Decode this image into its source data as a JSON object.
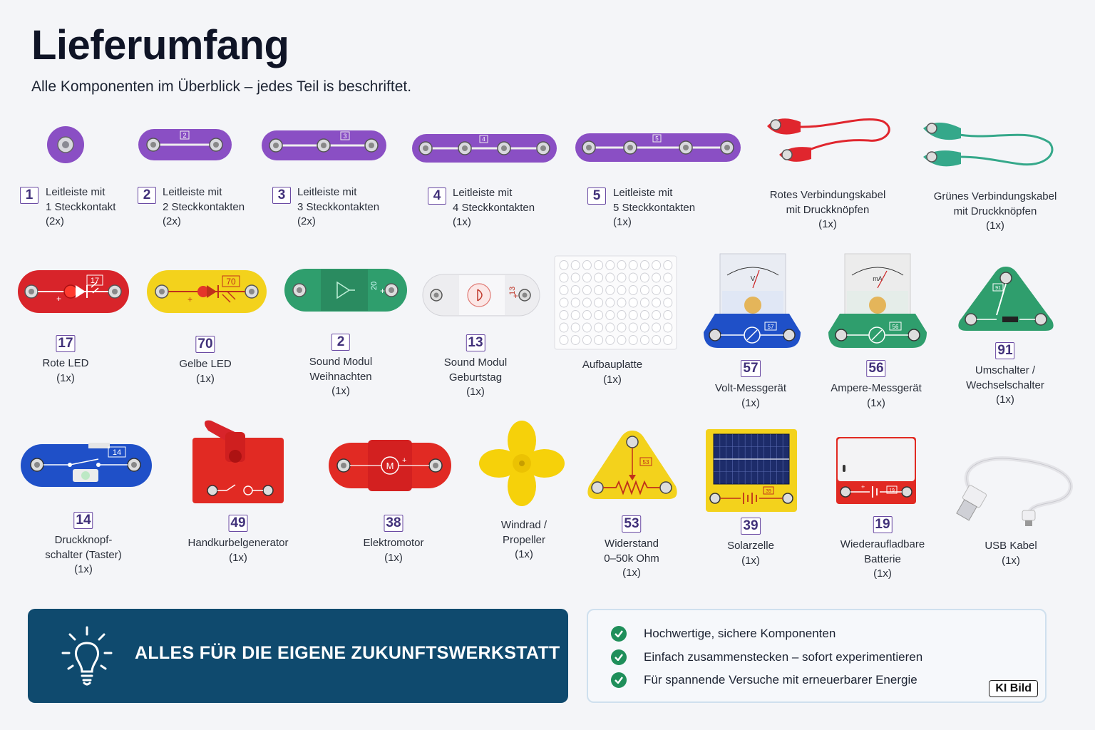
{
  "header": {
    "title": "Lieferumfang",
    "subtitle": "Alle Komponenten im Überblick – jedes Teil is beschriftet."
  },
  "items": [
    {
      "num": "1",
      "lines": [
        "Leitleiste mit",
        "1 Steckkontakt",
        "(2x)"
      ]
    },
    {
      "num": "2",
      "lines": [
        "Leitleiste mit",
        "2 Steckkontakten",
        "(2x)"
      ]
    },
    {
      "num": "3",
      "lines": [
        "Leitleiste mit",
        "3 Steckkontakten",
        "(2x)"
      ]
    },
    {
      "num": "4",
      "lines": [
        "Leitleiste mit",
        "4 Steckkontakten",
        "(1x)"
      ]
    },
    {
      "num": "5",
      "lines": [
        "Leitleiste mit",
        "5 Steckkontakten",
        "(1x)"
      ]
    },
    {
      "num": "",
      "lines": [
        "Rotes Verbindungskabel",
        "mit Druckknöpfen",
        "(1x)"
      ]
    },
    {
      "num": "",
      "lines": [
        "Grünes Verbindungskabel",
        "mit Druckknöpfen",
        "(1x)"
      ]
    },
    {
      "num": "17",
      "lines": [
        "Rote LED",
        "(1x)"
      ]
    },
    {
      "num": "70",
      "lines": [
        "Gelbe LED",
        "(1x)"
      ]
    },
    {
      "num": "2",
      "lines": [
        "Sound Modul",
        "Weihnachten",
        "(1x)"
      ]
    },
    {
      "num": "13",
      "lines": [
        "Sound Modul",
        "Geburtstag",
        "(1x)"
      ]
    },
    {
      "num": "",
      "lines": [
        "Aufbauplatte",
        "(1x)"
      ]
    },
    {
      "num": "57",
      "lines": [
        "Volt-Messgerät",
        "(1x)"
      ]
    },
    {
      "num": "56",
      "lines": [
        "Ampere-Messgerät",
        "(1x)"
      ]
    },
    {
      "num": "91",
      "lines": [
        "Umschalter /",
        "Wechselschalter",
        "(1x)"
      ]
    },
    {
      "num": "14",
      "lines": [
        "Druckknopf-",
        "schalter (Taster)",
        "(1x)"
      ]
    },
    {
      "num": "49",
      "lines": [
        "Handkurbelgenerator",
        "(1x)"
      ]
    },
    {
      "num": "38",
      "lines": [
        "Elektromotor",
        "(1x)"
      ]
    },
    {
      "num": "",
      "lines": [
        "Windrad /",
        "Propeller",
        "(1x)"
      ]
    },
    {
      "num": "53",
      "lines": [
        "Widerstand",
        "0–50k Ohm",
        "(1x)"
      ]
    },
    {
      "num": "39",
      "lines": [
        "Solarzelle",
        "(1x)"
      ]
    },
    {
      "num": "19",
      "lines": [
        "Wiederaufladbare",
        "Batterie",
        "(1x)"
      ]
    },
    {
      "num": "",
      "lines": [
        "USB Kabel",
        "(1x)"
      ]
    }
  ],
  "part_labels": {
    "strip2": "2",
    "strip3": "3",
    "strip4": "4",
    "strip5": "5",
    "led_red": "17",
    "led_yellow": "70",
    "sound_xmas": "20",
    "sound_bday": "13",
    "volt": "57",
    "ampere": "56",
    "volt_unit": "V",
    "ampere_unit": "mA",
    "switch": "91",
    "button": "14",
    "resistor": "53",
    "solar": "39",
    "battery": "19",
    "motor": "M"
  },
  "banner": {
    "text": "ALLES FÜR DIE EIGENE ZUKUNFTSWERKSTATT",
    "icon": "lightbulb-icon"
  },
  "features": [
    "Hochwertige, sichere Komponenten",
    "Einfach zusammenstecken – sofort experimentieren",
    "Für spannende Versuche mit erneuerbarer Energie"
  ],
  "badge": "KI Bild",
  "colors": {
    "purple": "#8a4fc4",
    "red": "#d8242a",
    "yellow": "#f3d21c",
    "green": "#2f9e6d",
    "blue": "#1f50c8",
    "banner": "#0f4a6e",
    "check": "#1f8f5a"
  }
}
